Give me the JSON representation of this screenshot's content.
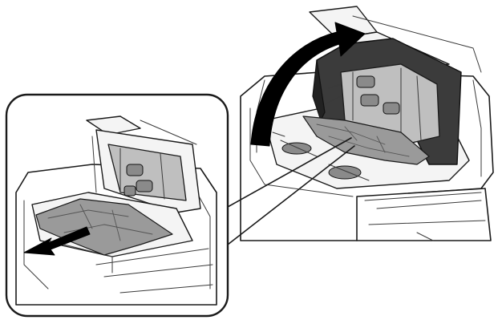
{
  "figure": {
    "icons": {
      "printer_body": "printer-body",
      "adf_cover": "adf-cover",
      "lift_arrow": "curved-arrow-up",
      "pull_arrow": "arrow-left",
      "jammed_paper": "jammed-paper",
      "zoom_callout": "magnified-inset"
    },
    "colors": {
      "outline": "#1a1a1a",
      "cover": "#3b3b3b",
      "paper": "#9a9a9a",
      "arrow": "#000000",
      "background": "#ffffff"
    }
  }
}
